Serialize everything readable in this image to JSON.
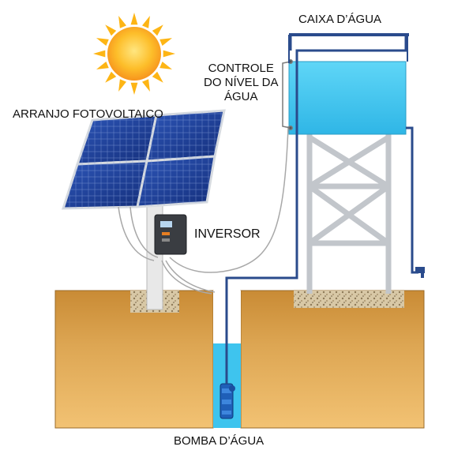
{
  "labels": {
    "tank": "CAIXA D’ÁGUA",
    "level_control": [
      "CONTROLE",
      "DO NÍVEL DA",
      "ÁGUA"
    ],
    "solar_array": "ARRANJO FOTOVOLTAICO",
    "inverter": "INVERSOR",
    "pump": "BOMBA D’ÁGUA"
  },
  "colors": {
    "sun": "#FDB515",
    "sun_core": "#FFD23A",
    "soil": "#D9A24E",
    "soil_edge": "#8E6528",
    "water": "#3EC4EE",
    "pipe": "#2A4B8C",
    "panel": "#1E3F9C",
    "frame": "#CFD3D8",
    "tower": "#C9CDD2",
    "gravel": "#CBB48E",
    "pump": "#1F5FB8"
  },
  "icons": {
    "sun": "sun-icon",
    "panel": "solar-panel-icon",
    "inverter": "inverter-icon",
    "pump": "pump-icon",
    "tank": "water-tank-icon",
    "faucet": "faucet-icon"
  }
}
